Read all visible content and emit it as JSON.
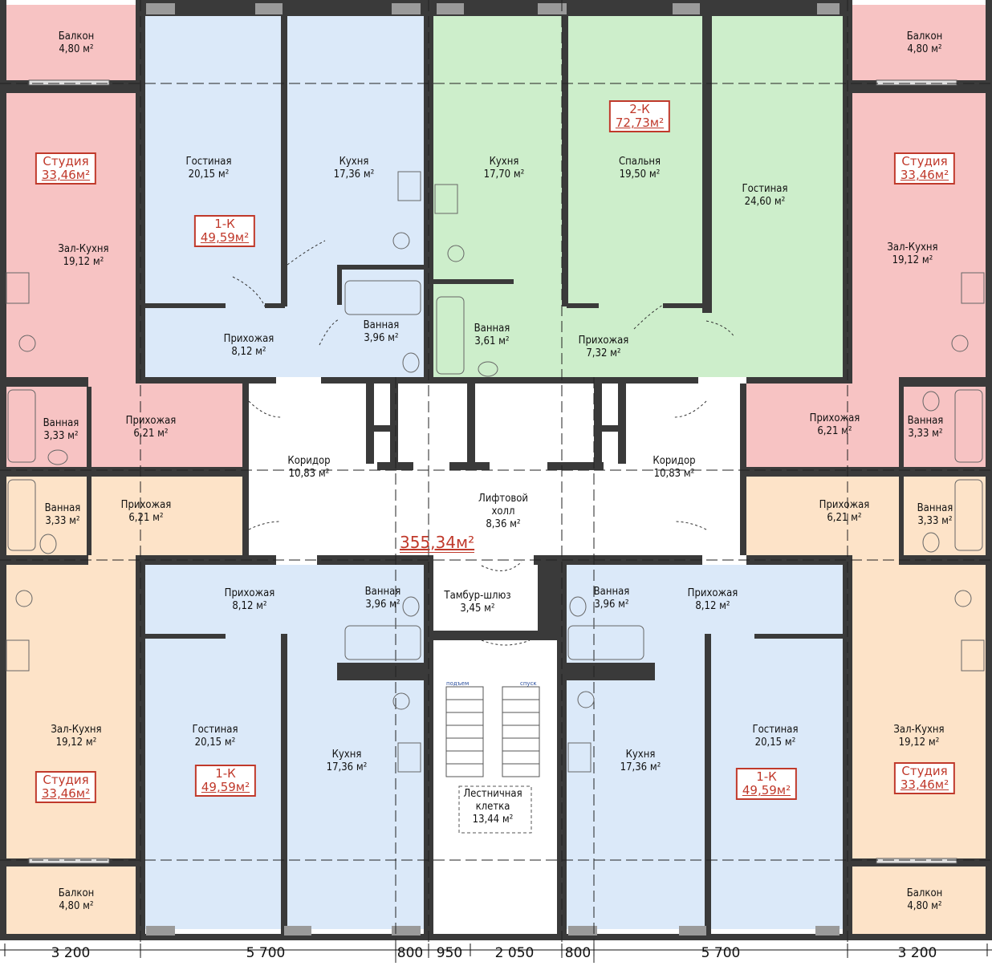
{
  "colors": {
    "studio_red": "#f7c3c3",
    "studio_peach": "#fde3c8",
    "one_k": "#dbe9f9",
    "two_k": "#cdeecb",
    "wall": "#3a3a3a",
    "accent": "#c0392b"
  },
  "rooms": {
    "tl_balcony": {
      "name": "Балкон",
      "area": "4,80 м²"
    },
    "tl_hall": {
      "name": "Зал-Кухня",
      "area": "19,12 м²"
    },
    "tl_bath": {
      "name": "Ванная",
      "area": "3,33 м²"
    },
    "tl_entry": {
      "name": "Прихожая",
      "area": "6,21 м²"
    },
    "ml_bath": {
      "name": "Ванная",
      "area": "3,33 м²"
    },
    "ml_entry": {
      "name": "Прихожая",
      "area": "6,21 м²"
    },
    "bl_hall": {
      "name": "Зал-Кухня",
      "area": "19,12 м²"
    },
    "bl_balcony": {
      "name": "Балкон",
      "area": "4,80 м²"
    },
    "t1_living": {
      "name": "Гостиная",
      "area": "20,15 м²"
    },
    "t1_kitchen": {
      "name": "Кухня",
      "area": "17,36 м²"
    },
    "t1_entry": {
      "name": "Прихожая",
      "area": "8,12 м²"
    },
    "t1_bath": {
      "name": "Ванная",
      "area": "3,96 м²"
    },
    "t2_kitchen": {
      "name": "Кухня",
      "area": "17,70 м²"
    },
    "t2_bedroom": {
      "name": "Спальня",
      "area": "19,50 м²"
    },
    "t2_living": {
      "name": "Гостиная",
      "area": "24,60 м²"
    },
    "t2_bath": {
      "name": "Ванная",
      "area": "3,61 м²"
    },
    "t2_entry": {
      "name": "Прихожая",
      "area": "7,32 м²"
    },
    "tr_balcony": {
      "name": "Балкон",
      "area": "4,80 м²"
    },
    "tr_hall": {
      "name": "Зал-Кухня",
      "area": "19,12 м²"
    },
    "tr_entry": {
      "name": "Прихожая",
      "area": "6,21 м²"
    },
    "tr_bath": {
      "name": "Ванная",
      "area": "3,33 м²"
    },
    "mr_entry": {
      "name": "Прихожая",
      "area": "6,21 м²"
    },
    "mr_bath": {
      "name": "Ванная",
      "area": "3,33 м²"
    },
    "br_hall": {
      "name": "Зал-Кухня",
      "area": "19,12 м²"
    },
    "br_balcony": {
      "name": "Балкон",
      "area": "4,80 м²"
    },
    "corr_l": {
      "name": "Коридор",
      "area": "10,83 м²"
    },
    "corr_r": {
      "name": "Коридор",
      "area": "10,83 м²"
    },
    "lift": {
      "name1": "Лифтовой",
      "name2": "холл",
      "area": "8,36 м²"
    },
    "b1l_entry": {
      "name": "Прихожая",
      "area": "8,12 м²"
    },
    "b1l_bath": {
      "name": "Ванная",
      "area": "3,96 м²"
    },
    "b1l_living": {
      "name": "Гостиная",
      "area": "20,15 м²"
    },
    "b1l_kitchen": {
      "name": "Кухня",
      "area": "17,36 м²"
    },
    "vest": {
      "name": "Тамбур-шлюз",
      "area": "3,45 м²"
    },
    "stair": {
      "name1": "Лестничная",
      "name2": "клетка",
      "area": "13,44 м²"
    },
    "b1r_bath": {
      "name": "Ванная",
      "area": "3,96 м²"
    },
    "b1r_entry": {
      "name": "Прихожая",
      "area": "8,12 м²"
    },
    "b1r_kitchen": {
      "name": "Кухня",
      "area": "17,36 м²"
    },
    "b1r_living": {
      "name": "Гостиная",
      "area": "20,15 м²"
    }
  },
  "tags": {
    "tl": {
      "type": "Студия",
      "area": "33,46м²"
    },
    "t1": {
      "type": "1-К",
      "area": "49,59м²"
    },
    "t2": {
      "type": "2-К",
      "area": "72,73м²"
    },
    "tr": {
      "type": "Студия",
      "area": "33,46м²"
    },
    "bl": {
      "type": "Студия",
      "area": "33,46м²"
    },
    "b1l": {
      "type": "1-К",
      "area": "49,59м²"
    },
    "b1r": {
      "type": "1-К",
      "area": "49,59м²"
    },
    "br": {
      "type": "Студия",
      "area": "33,46м²"
    }
  },
  "total_area": "355,34м²",
  "stair_labels": {
    "up": "подъем",
    "down": "спуск"
  },
  "dimensions": [
    "3 200",
    "5 700",
    "800",
    "950",
    "2 050",
    "800",
    "5 700",
    "3 200"
  ]
}
